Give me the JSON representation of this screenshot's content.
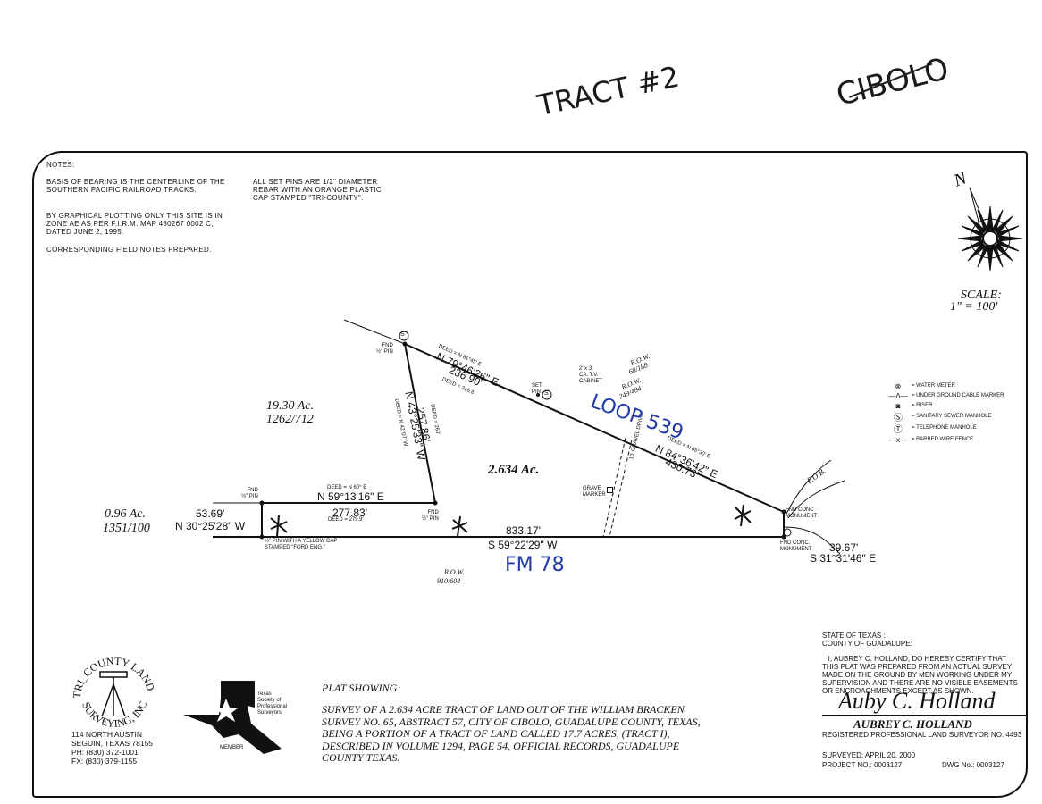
{
  "handwritten": {
    "tract": "TRACT #2",
    "city": "CIBOLO",
    "loop": "LOOP 539",
    "fm": "FM 78"
  },
  "notes": {
    "heading": "NOTES:",
    "bearing": "BASIS OF BEARING IS THE CENTERLINE OF THE\nSOUTHERN PACIFIC RAILROAD TRACKS.",
    "flood": "BY GRAPHICAL PLOTTING ONLY THIS SITE IS IN\nZONE AE AS PER F.I.R.M. MAP 480267 0002 C,\nDATED JUNE 2, 1995.",
    "field": "CORRESPONDING FIELD NOTES PREPARED.",
    "pins": "ALL SET PINS ARE 1/2\" DIAMETER\nREBAR WITH AN ORANGE PLASTIC\nCAP STAMPED \"TRI-COUNTY\"."
  },
  "north_arrow": {
    "label": "N"
  },
  "scale": {
    "label": "SCALE:",
    "value": "1\" = 100'"
  },
  "legend": [
    {
      "icon": "water-meter-icon",
      "label": "= WATER METER"
    },
    {
      "icon": "cable-marker-icon",
      "label": "= UNDER GROUND CABLE MARKER"
    },
    {
      "icon": "riser-icon",
      "label": "= RISER"
    },
    {
      "icon": "sewer-manhole-icon",
      "label": "= SANITARY SEWER MANHOLE"
    },
    {
      "icon": "telephone-manhole-icon",
      "label": "= TELEPHONE MANHOLE"
    },
    {
      "icon": "barbed-wire-icon",
      "label": "= BARBED WIRE FENCE"
    }
  ],
  "plat": {
    "tract_area": "2.634 Ac.",
    "adjacent_north": {
      "area": "19.30 Ac.",
      "ref": "1262/712"
    },
    "adjacent_west": {
      "area": "0.96 Ac.",
      "ref": "1351/100"
    },
    "row_68": {
      "label": "R.O.W.",
      "ref": "68/188"
    },
    "row_249": {
      "label": "R.O.W.",
      "ref": "249/484"
    },
    "row_910": {
      "label": "R.O.W.",
      "ref": "910/604"
    },
    "line_ne1": {
      "deed": "DEED = N 81°45' E",
      "bearing": "N 79°46'26\" E",
      "dist": "236.90'",
      "deed_dist": "DEED = 316.6'"
    },
    "line_ne2": {
      "deed": "DEED = N 85°30' E",
      "bearing": "N 84°36'42\" E",
      "dist": "430.73'"
    },
    "line_west": {
      "deed_dist": "DEED = 260'",
      "dist": "257.86'",
      "bearing": "N 43°25'33\" W",
      "deed": "DEED = N 42°07' W"
    },
    "line_mid": {
      "deed": "DEED = N 60° E",
      "bearing": "N 59°13'16\" E",
      "dist": "277.83'",
      "deed_dist": "DEED = 279.9'"
    },
    "line_south": {
      "dist": "833.17'",
      "bearing": "S 59°22'29\" W"
    },
    "line_short_w": {
      "dist": "53.69'",
      "bearing": "N 30°25'28\" W"
    },
    "line_east": {
      "dist": "39.67'",
      "bearing": "S 31°31'46\" E"
    },
    "fnd_pin": "FND\n½\" PIN",
    "set_pin": "SET\nPIN",
    "tv_cabinet": "2' x 3'\nCA. T.V.\nCABINET",
    "grave_marker": "GRAVE\nMARKER",
    "gravel_drive": "10' GRAVEL DRIVE",
    "yellow_cap": "½\" PIN WITH A YELLOW CAP\nSTAMPED \"FORD ENG.\"",
    "fnd_conc_1": "FND CONC\nMONUMENT",
    "fnd_conc_2": "FND CONC.\nMONUMENT",
    "pob": "P.O.B."
  },
  "company": {
    "arc_top": "TRI_COUNTY LAND",
    "arc_bottom": "SURVEYING, INC",
    "address": "114 NORTH AUSTIN\nSEGUIN, TEXAS 78155\nPH: (830) 372-1001\nFX: (830) 379-1155"
  },
  "society": {
    "name": "Texas\nSociety of\nProfessional\nSurveyors",
    "member": "MEMBER"
  },
  "description": {
    "heading": "PLAT SHOWING:",
    "body": "SURVEY OF A 2.634 ACRE TRACT OF LAND OUT OF THE WILLIAM BRACKEN\nSURVEY NO. 65, ABSTRACT 57, CITY OF CIBOLO, GUADALUPE COUNTY, TEXAS,\nBEING A PORTION OF A TRACT OF LAND CALLED 17.7 ACRES, (TRACT I),\nDESCRIBED IN VOLUME 1294, PAGE 54, OFFICIAL RECORDS, GUADALUPE\nCOUNTY TEXAS."
  },
  "certification": {
    "state": "STATE OF TEXAS :\nCOUNTY OF GUADALUPE:",
    "text": "   I, AUBREY C. HOLLAND, DO HEREBY CERTIFY THAT\nTHIS PLAT WAS PREPARED FROM AN ACTUAL SURVEY\nMADE ON THE GROUND BY MEN WORKING UNDER MY\nSUPERVISION AND THERE ARE NO VISIBLE EASEMENTS\nOR ENCROACHMENTS EXCEPT AS SHOWN.",
    "signature": "Auby C. Holland",
    "name": "AUBREY C. HOLLAND",
    "title": "REGISTERED PROFESSIONAL LAND SURVEYOR NO. 4493",
    "surveyed": "SURVEYED:  APRIL 20, 2000",
    "project": "PROJECT NO.:  0003127",
    "dwg": "DWG No.:  0003127"
  }
}
